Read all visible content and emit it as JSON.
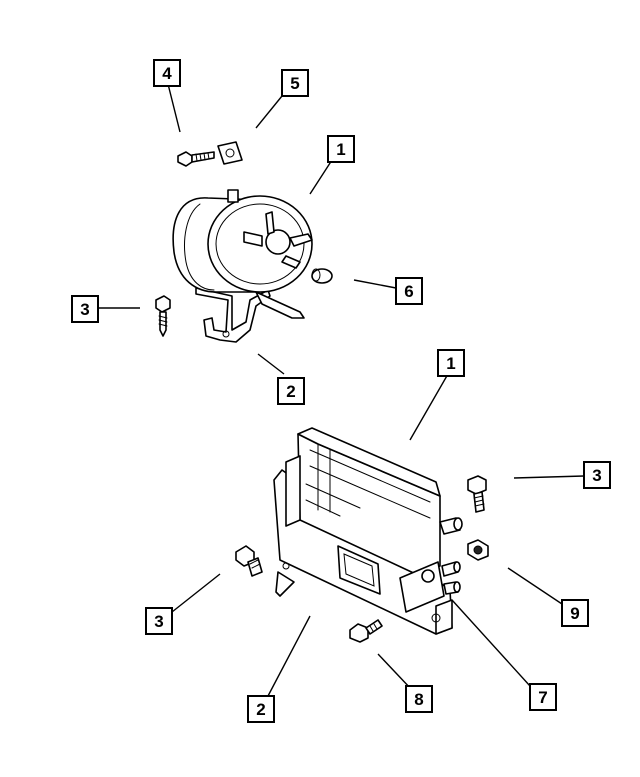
{
  "callouts": {
    "upper_canister": "1",
    "upper_bracket": "2",
    "upper_screw": "3",
    "upper_bolt": "4",
    "upper_clip": "5",
    "upper_cap": "6",
    "lower_canister": "1",
    "lower_bracket": "2",
    "lower_bolt_right": "3",
    "lower_bolt_left": "3",
    "lower_port": "7",
    "lower_bolt_bottom": "8",
    "lower_nut": "9"
  }
}
